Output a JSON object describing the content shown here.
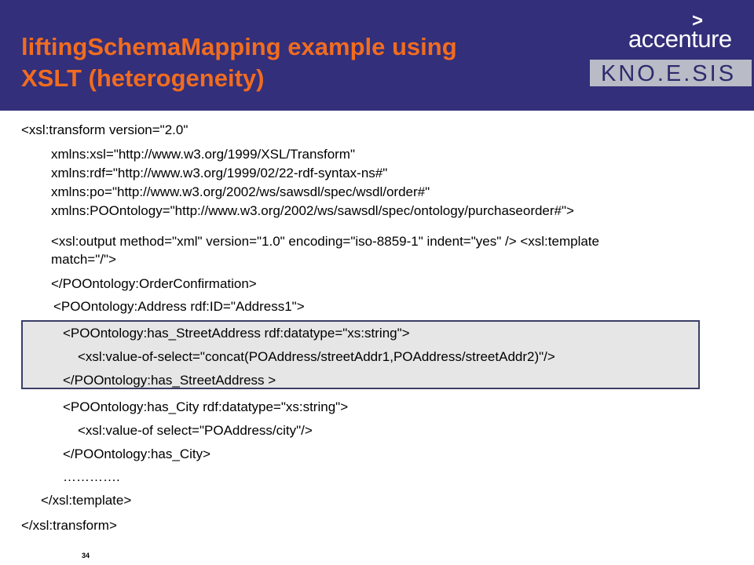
{
  "slide": {
    "title_line1": "liftingSchemaMapping example using",
    "title_line2": "XSLT (heterogeneity)",
    "page_number": "34"
  },
  "logos": {
    "accenture": {
      "chevron": ">",
      "word": "accenture"
    },
    "knoesis": "KNO.E.SIS"
  },
  "code_lines": {
    "l1": "<xsl:transform version=\"2.0\"",
    "l2": "xmlns:xsl=\"http://www.w3.org/1999/XSL/Transform\"",
    "l3": "xmlns:rdf=\"http://www.w3.org/1999/02/22-rdf-syntax-ns#\"",
    "l4": "xmlns:po=\"http://www.w3.org/2002/ws/sawsdl/spec/wsdl/order#\"",
    "l5": "xmlns:POOntology=\"http://www.w3.org/2002/ws/sawsdl/spec/ontology/purchaseorder#\">",
    "l6": "<xsl:output method=\"xml\"  version=\"1.0\" encoding=\"iso-8859-1\" indent=\"yes\" /> <xsl:template",
    "l7": "match=\"/\">",
    "l8": "</POOntology:OrderConfirmation>",
    "l9": "<POOntology:Address rdf:ID=\"Address1\">",
    "l10": "<POOntology:has_StreetAddress rdf:datatype=\"xs:string\">",
    "l11": "<xsl:value-of-select=\"concat(POAddress/streetAddr1,POAddress/streetAddr2)\"/>",
    "l12": "</POOntology:has_StreetAddress >",
    "l13": "<POOntology:has_City rdf:datatype=\"xs:string\">",
    "l14": "<xsl:value-of select=\"POAddress/city\"/>",
    "l15": "</POOntology:has_City>",
    "l16": "………….",
    "l17": "</xsl:template>",
    "l18": "</xsl:transform>"
  },
  "colors": {
    "header_bg": "#332f7a",
    "title": "#f16c1f",
    "highlight_bg": "#e6e6e6",
    "highlight_border": "#3a3f66"
  }
}
